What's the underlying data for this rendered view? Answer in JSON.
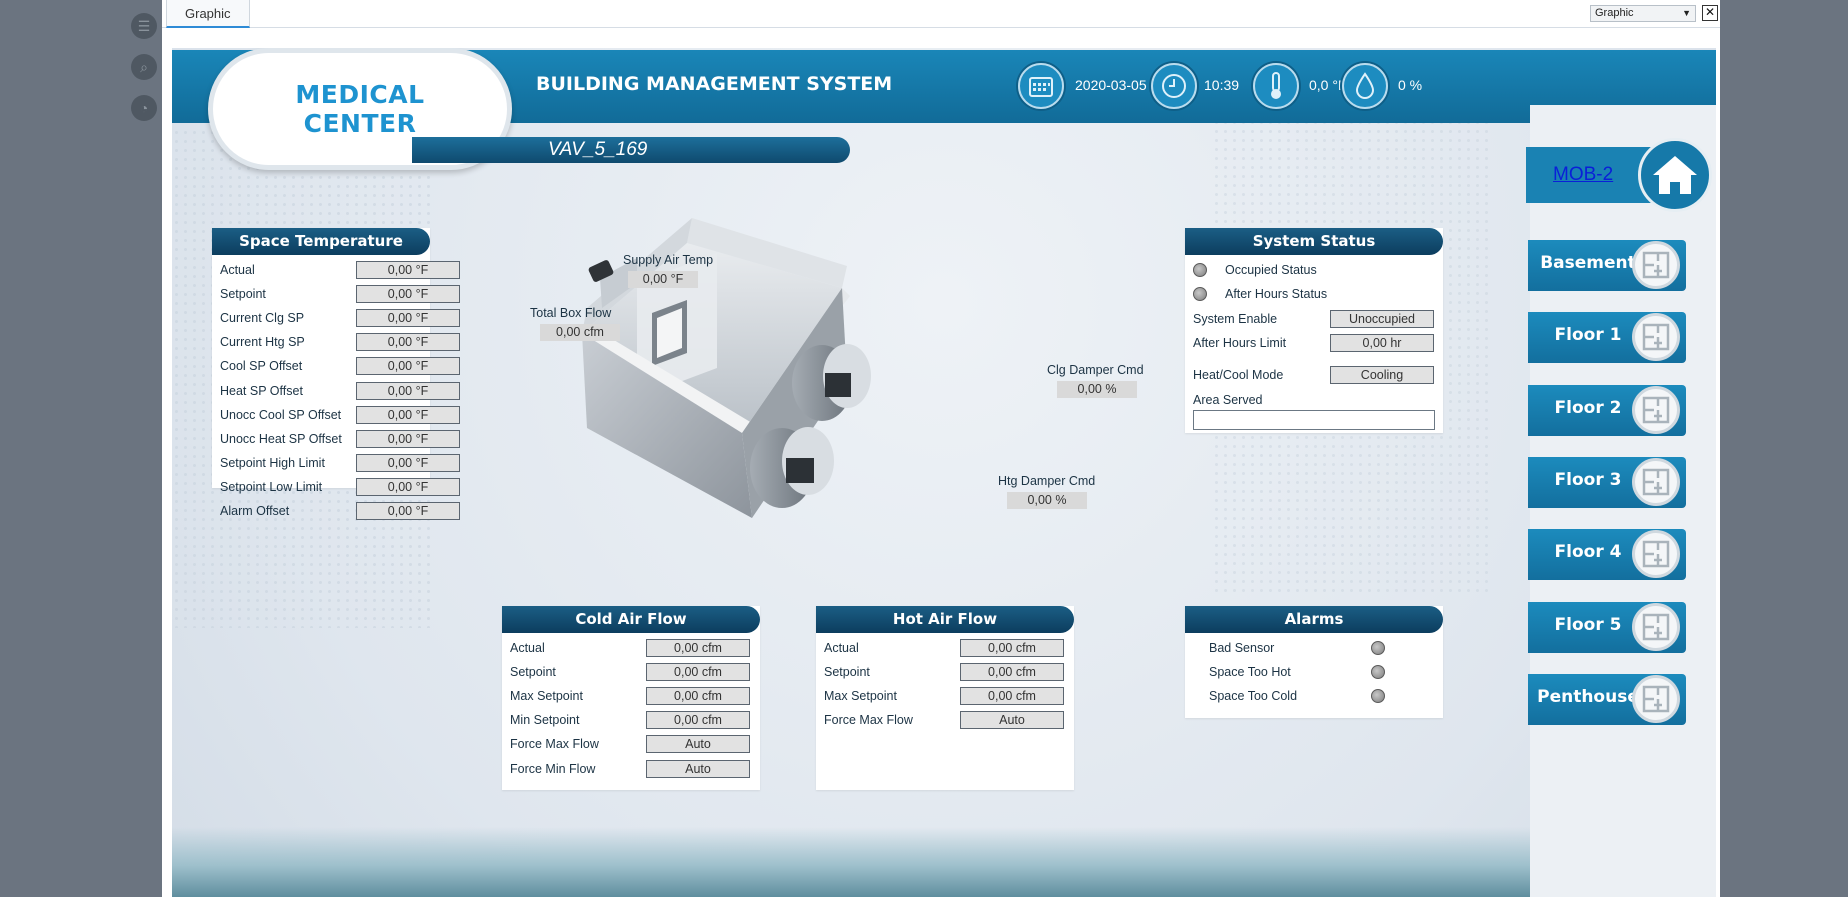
{
  "window": {
    "tab": "Graphic",
    "view_select": "Graphic"
  },
  "header": {
    "logo_line1": "MEDICAL",
    "logo_line2": "CENTER",
    "title": "BUILDING MANAGEMENT SYSTEM",
    "date": "2020-03-05",
    "time": "10:39",
    "temperature": "0,0 °F",
    "humidity": "0 %"
  },
  "vav_name": "VAV_5_169",
  "space_temperature": {
    "title": "Space Temperature",
    "rows": [
      {
        "label": "Actual",
        "value": "0,00 °F"
      },
      {
        "label": "Setpoint",
        "value": "0,00 °F"
      },
      {
        "label": "Current Clg SP",
        "value": "0,00 °F"
      },
      {
        "label": "Current Htg SP",
        "value": "0,00 °F"
      },
      {
        "label": "Cool SP Offset",
        "value": "0,00 °F"
      },
      {
        "label": "Heat SP Offset",
        "value": "0,00 °F"
      },
      {
        "label": "Unocc Cool SP Offset",
        "value": "0,00 °F"
      },
      {
        "label": "Unocc Heat SP Offset",
        "value": "0,00 °F"
      },
      {
        "label": "Setpoint High Limit",
        "value": "0,00 °F"
      },
      {
        "label": "Setpoint Low Limit",
        "value": "0,00 °F"
      },
      {
        "label": "Alarm Offset",
        "value": "0,00 °F"
      }
    ]
  },
  "box_tags": {
    "supply_air_temp": {
      "label": "Supply Air Temp",
      "value": "0,00 °F"
    },
    "total_box_flow": {
      "label": "Total Box Flow",
      "value": "0,00 cfm"
    },
    "clg_damper_cmd": {
      "label": "Clg Damper Cmd",
      "value": "0,00 %"
    },
    "htg_damper_cmd": {
      "label": "Htg Damper Cmd",
      "value": "0,00 %"
    }
  },
  "system_status": {
    "title": "System Status",
    "occupied_status": "Occupied Status",
    "after_hours_status": "After Hours Status",
    "system_enable_label": "System Enable",
    "system_enable_value": "Unoccupied",
    "after_hours_limit_label": "After Hours Limit",
    "after_hours_limit_value": "0,00 hr",
    "heat_cool_mode_label": "Heat/Cool Mode",
    "heat_cool_mode_value": "Cooling",
    "area_served_label": "Area Served",
    "area_served_value": ""
  },
  "cold_air_flow": {
    "title": "Cold Air Flow",
    "rows": [
      {
        "label": "Actual",
        "value": "0,00 cfm"
      },
      {
        "label": "Setpoint",
        "value": "0,00 cfm"
      },
      {
        "label": "Max Setpoint",
        "value": "0,00 cfm"
      },
      {
        "label": "Min Setpoint",
        "value": "0,00 cfm"
      },
      {
        "label": "Force Max Flow",
        "value": "Auto"
      },
      {
        "label": "Force Min Flow",
        "value": "Auto"
      }
    ]
  },
  "hot_air_flow": {
    "title": "Hot Air Flow",
    "rows": [
      {
        "label": "Actual",
        "value": "0,00 cfm"
      },
      {
        "label": "Setpoint",
        "value": "0,00 cfm"
      },
      {
        "label": "Max Setpoint",
        "value": "0,00 cfm"
      },
      {
        "label": "Force Max Flow",
        "value": "Auto"
      }
    ]
  },
  "alarms": {
    "title": "Alarms",
    "items": [
      "Bad Sensor",
      "Space Too Hot",
      "Space Too Cold"
    ]
  },
  "nav": {
    "building_link": "MOB-2",
    "floors": [
      "Basement",
      "Floor 1",
      "Floor 2",
      "Floor 3",
      "Floor 4",
      "Floor 5",
      "Penthouse"
    ]
  },
  "colors": {
    "header_blue": "#1a86b8",
    "panel_head": "#0c3d5e",
    "logo_text": "#1e93d0"
  }
}
